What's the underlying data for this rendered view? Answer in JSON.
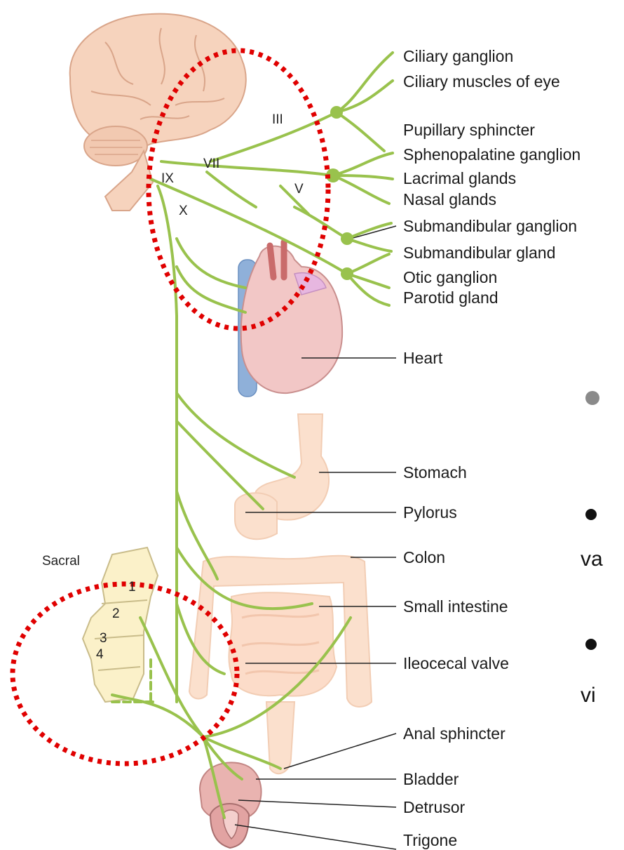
{
  "labels": {
    "ciliary_ganglion": "Ciliary ganglion",
    "ciliary_muscles": "Ciliary muscles of eye",
    "pupillary_sphincter": "Pupillary sphincter",
    "sphenopalatine_ganglion": "Sphenopalatine ganglion",
    "lacrimal_glands": "Lacrimal glands",
    "nasal_glands": "Nasal glands",
    "submandibular_ganglion": "Submandibular ganglion",
    "submandibular_gland": "Submandibular gland",
    "otic_ganglion": "Otic ganglion",
    "parotid_gland": "Parotid gland",
    "heart": "Heart",
    "stomach": "Stomach",
    "pylorus": "Pylorus",
    "colon": "Colon",
    "small_intestine": "Small intestine",
    "ileocecal_valve": "Ileocecal valve",
    "anal_sphincter": "Anal sphincter",
    "bladder": "Bladder",
    "detrusor": "Detrusor",
    "trigone": "Trigone"
  },
  "cranial_nerves": {
    "iii": "III",
    "vii": "VII",
    "ix": "IX",
    "v": "V",
    "x": "X"
  },
  "sacral": {
    "title": "Sacral",
    "segments": [
      "1",
      "2",
      "3",
      "4"
    ]
  },
  "right_text": {
    "line2": "va",
    "line3": "vi"
  },
  "colors": {
    "nerve": "#99c24d",
    "highlight": "#e00000",
    "brain": "#f6d3bd",
    "organ": "#fbe0cd"
  }
}
